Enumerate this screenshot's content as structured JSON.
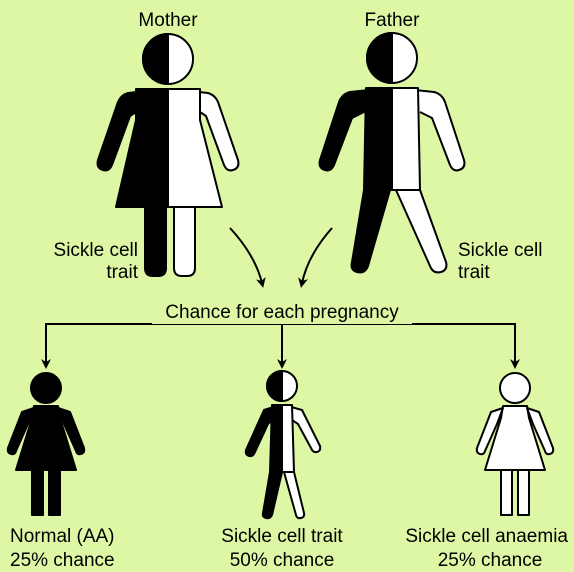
{
  "parents": {
    "mother": {
      "name": "Mother",
      "status_line1": "Sickle cell",
      "status_line2": "trait"
    },
    "father": {
      "name": "Father",
      "status_line1": "Sickle cell",
      "status_line2": "trait"
    }
  },
  "pregnancy_label": "Chance for each pregnancy",
  "outcomes": [
    {
      "label": "Normal (AA)",
      "chance": "25% chance"
    },
    {
      "label": "Sickle cell trait",
      "chance": "50% chance"
    },
    {
      "label": "Sickle cell anaemia",
      "chance": "25% chance"
    }
  ],
  "colors": {
    "background": "#ddf7a5",
    "ink": "#000000",
    "fill_light": "#ffffff"
  }
}
